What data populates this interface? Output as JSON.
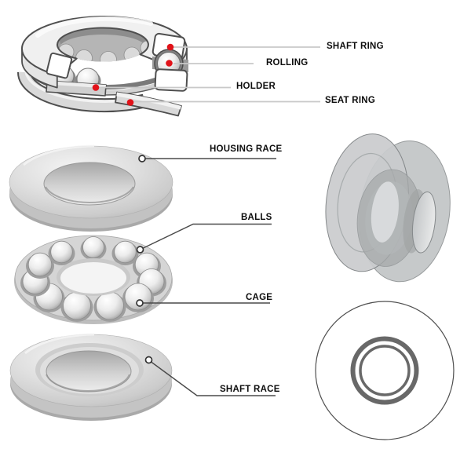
{
  "cutaway_view": {
    "labels": {
      "shaft_ring": "SHAFT RING",
      "rolling": "ROLLING",
      "holder": "HOLDER",
      "seat_ring": "SEAT RING"
    }
  },
  "exploded_view": {
    "labels": {
      "housing_race": "HOUSING RACE",
      "balls": "BALLS",
      "cage": "CAGE",
      "shaft_race": "SHAFT RACE"
    }
  },
  "colors": {
    "label_text": "#0d0d0d",
    "red_marker": "#e11219",
    "leader_light": "#c9c9c9",
    "leader_dark": "#4a4a4a",
    "outline_dark": "#4f4f4f",
    "metal_silver": "#d9d9d9",
    "cad_gray": "#c4c7c9",
    "background": "#ffffff"
  },
  "icons": {
    "red_dot_marker": "filled-red-circle",
    "open_circle_marker": "white-ring-circle"
  }
}
